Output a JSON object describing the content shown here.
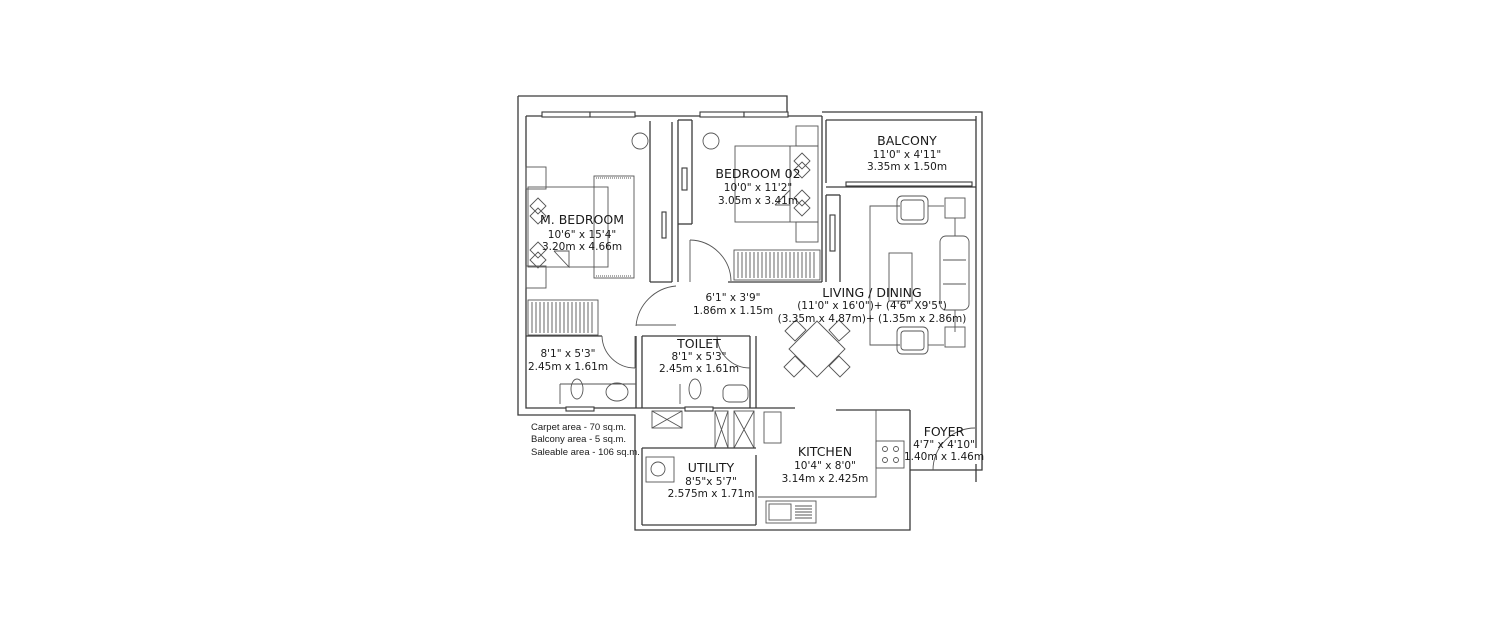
{
  "rooms": {
    "master_bedroom": {
      "name": "M. BEDROOM",
      "imperial": "10'6\" x 15'4\"",
      "metric": "3.20m x 4.66m"
    },
    "bedroom_02": {
      "name": "BEDROOM 02",
      "imperial": "10'0\" x 11'2\"",
      "metric": "3.05m x 3.41m"
    },
    "balcony": {
      "name": "BALCONY",
      "imperial": "11'0\" x 4'11\"",
      "metric": "3.35m x 1.50m"
    },
    "living_dining": {
      "name": "LIVING / DINING",
      "imperial": "(11'0\" x 16'0\")+ (4'6\" X9'5\")",
      "metric": "(3.35m x 4.87m)+ (1.35m x 2.86m)"
    },
    "passage": {
      "imperial": "6'1\" x 3'9\"",
      "metric": "1.86m x 1.15m"
    },
    "master_toilet": {
      "imperial": "8'1\" x 5'3\"",
      "metric": "2.45m x 1.61m"
    },
    "toilet": {
      "name": "TOILET",
      "imperial": "8'1\" x 5'3\"",
      "metric": "2.45m x 1.61m"
    },
    "kitchen": {
      "name": "KITCHEN",
      "imperial": "10'4\" x 8'0\"",
      "metric": "3.14m x 2.425m"
    },
    "utility": {
      "name": "UTILITY",
      "imperial": "8'5\"x 5'7\"",
      "metric": "2.575m x 1.71m"
    },
    "foyer": {
      "name": "FOYER",
      "imperial": "4'7\" x 4'10\"",
      "metric": "1.40m x 1.46m"
    }
  },
  "areas": {
    "carpet": "Carpet area - 70 sq.m.",
    "balcony": "Balcony area - 5 sq.m.",
    "saleable": "Saleable area - 106 sq.m."
  },
  "icons": [
    "bed-icon",
    "pillow-icon",
    "wardrobe-icon",
    "window-icon",
    "door-swing-icon",
    "sofa-icon",
    "armchair-icon",
    "dining-table-icon",
    "chair-icon",
    "wc-icon",
    "washbasin-icon",
    "stove-icon",
    "sink-icon",
    "washing-machine-icon",
    "tv-unit-icon"
  ],
  "colors": {
    "line": "#3a3a3a",
    "text": "#1a1a1a",
    "background": "#ffffff"
  }
}
